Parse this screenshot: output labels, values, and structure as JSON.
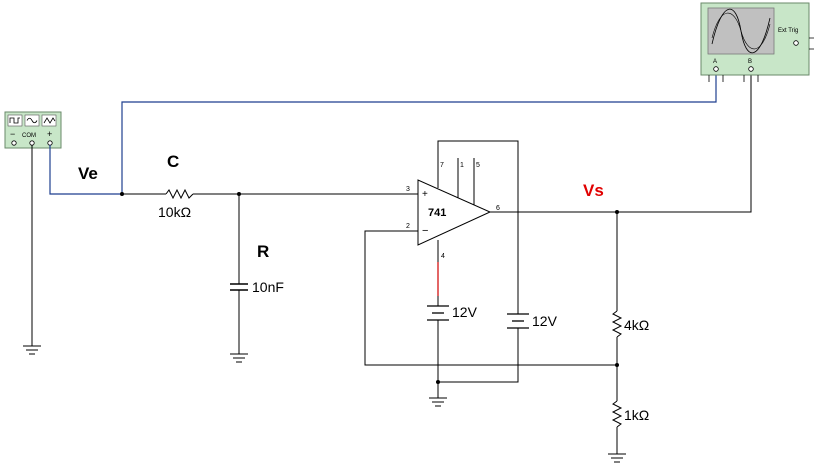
{
  "labels": {
    "ve": "Ve",
    "c": "C",
    "r": "R",
    "vs": "Vs"
  },
  "components": {
    "resistor_in": "10kΩ",
    "capacitor": "10nF",
    "opamp": "741",
    "battery_1": "12V",
    "battery_2": "12V",
    "resistor_top": "4kΩ",
    "resistor_bottom": "1kΩ"
  },
  "opamp_pins": {
    "plus": "+",
    "minus": "−",
    "p3": "3",
    "p2": "2",
    "p6": "6",
    "p7": "7",
    "p1": "1",
    "p5": "5",
    "p4": "4"
  },
  "generator": {
    "com": "COM",
    "minus": "−",
    "plus": "+"
  },
  "oscilloscope": {
    "ext_trig": "Ext Trig",
    "ch_a": "A",
    "ch_b": "B"
  },
  "colors": {
    "probe_wire": "#1f3f8f",
    "supply_wire": "#d00000",
    "vs_label": "#e00000",
    "instrument_body": "#c8e6c8",
    "scope_screen": "#c0c0c0"
  }
}
